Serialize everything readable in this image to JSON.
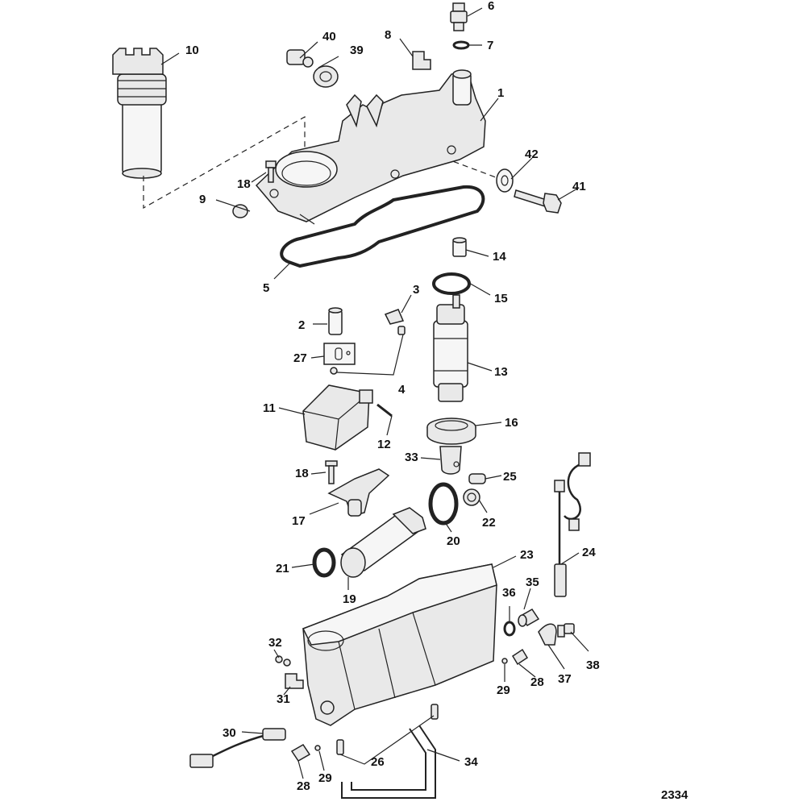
{
  "callouts": [
    "1",
    "2",
    "3",
    "4",
    "5",
    "6",
    "7",
    "8",
    "9",
    "10",
    "11",
    "12",
    "13",
    "14",
    "15",
    "16",
    "17",
    "18",
    "18",
    "19",
    "20",
    "21",
    "22",
    "23",
    "24",
    "25",
    "26",
    "27",
    "28",
    "28",
    "29",
    "29",
    "30",
    "31",
    "32",
    "33",
    "34",
    "35",
    "36",
    "37",
    "38",
    "39",
    "40",
    "41",
    "42"
  ],
  "figure_number": "2334"
}
